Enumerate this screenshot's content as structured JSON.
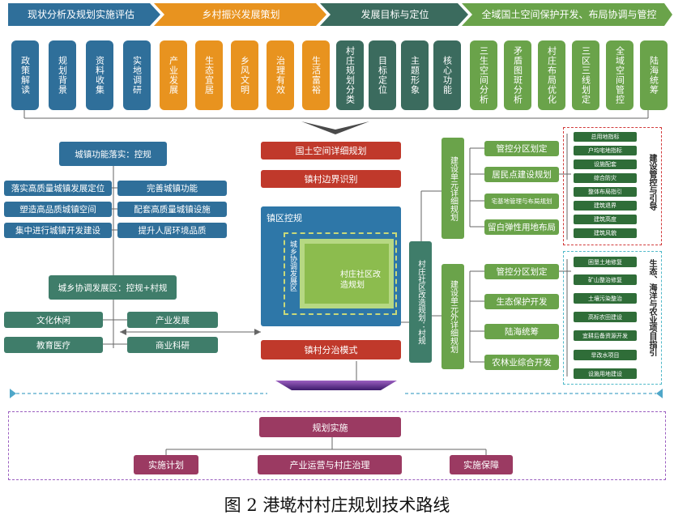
{
  "colors": {
    "blue": "#2f6f9a",
    "orange": "#e8931f",
    "dark_teal": "#3b6b5e",
    "light_green": "#6aa34a",
    "red": "#c0392b",
    "dark_green": "#2f6d38",
    "pink": "#9b3a62",
    "teal_green": "#3f7d6a"
  },
  "phases": {
    "p1": "现状分析及规划实施评估",
    "p2": "乡村振兴发展策划",
    "p3": "发展目标与定位",
    "p4": "全域国土空间保护开发、布局协调与管控"
  },
  "top_boxes": {
    "b1": "政策解读",
    "b2": "规划背景",
    "b3": "资料收集",
    "b4": "实地调研",
    "b5": "产业发展",
    "b6": "生态宜居",
    "b7": "乡风文明",
    "b8": "治理有效",
    "b9": "生活富裕",
    "b10": "村庄规划分类",
    "b11": "目标定位",
    "b12": "主题形象",
    "b13": "核心功能",
    "b14": "三生空间分析",
    "b15": "矛盾图斑分析",
    "b16": "村庄布局优化",
    "b17": "三区三线划定",
    "b18": "全域空间管控",
    "b19": "陆海统筹"
  },
  "left": {
    "title": "城镇功能落实：控规",
    "items": {
      "a1": "落实高质量城镇发展定位",
      "a2": "完善城镇功能",
      "a3": "塑造高品质城镇空间",
      "a4": "配套高质量城镇设施",
      "a5": "集中进行城镇开发建设",
      "a6": "提升人居环境品质"
    },
    "coord": "城乡协调发展区：控规+村规",
    "bottom": {
      "c1": "文化休闲",
      "c2": "产业发展",
      "c3": "教育医疗",
      "c4": "商业科研"
    }
  },
  "center": {
    "top1": "国土空间详细规划",
    "top2": "镇村边界识别",
    "town": "镇区控规",
    "urban_rural": "城乡协调发展区",
    "village": "村庄社区改造规划",
    "bottom": "镇村分治模式",
    "village_plan": "村庄社区改造规划：村规"
  },
  "right": {
    "inner_unit": "建设单元详细规划",
    "inner_items": {
      "r1": "管控分区划定",
      "r2": "居民点建设规划",
      "r3": "宅基地管理与布局规划",
      "r4": "留白弹性用地布局"
    },
    "inner_sub": {
      "s1": "总用地指标",
      "s2": "户均宅地指标",
      "s3": "设施配套",
      "s4": "综合防灾",
      "s5": "整体布局指引",
      "s6": "建筑退界",
      "s7": "建筑高度",
      "s8": "建筑风貌"
    },
    "inner_label": "建设管控与引导",
    "outer_unit": "建设单元外详细规划",
    "outer_items": {
      "o1": "管控分区划定",
      "o2": "生态保护开发",
      "o3": "陆海统筹",
      "o4": "农林业综合开发"
    },
    "outer_sub": {
      "t1": "困垦土地修复",
      "t2": "矿山整治修复",
      "t3": "土壤污染整治",
      "t4": "高标农田建设",
      "t5": "宜耕后备资源开发",
      "t6": "旱改水项目",
      "t7": "设施用地建设"
    },
    "outer_label": "生态、海洋与农业项目指引"
  },
  "implementation": {
    "title": "规划实施",
    "i1": "实施计划",
    "i2": "产业运营与村庄治理",
    "i3": "实施保障"
  },
  "caption": "图 2  港墘村村庄规划技术路线"
}
